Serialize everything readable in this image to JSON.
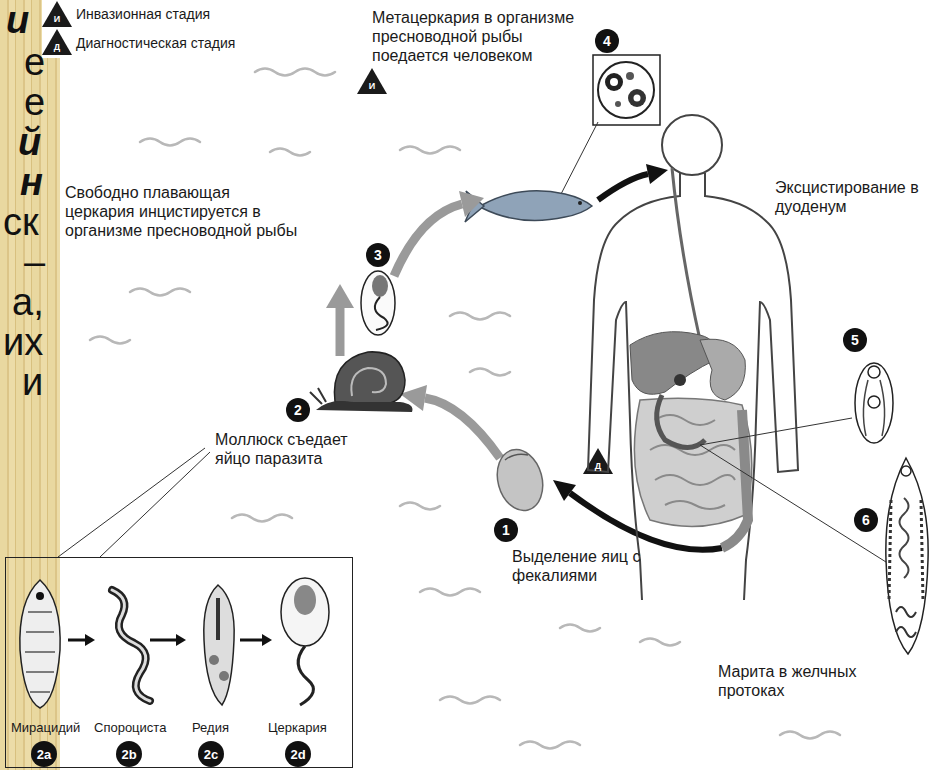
{
  "diagram": {
    "nodes": [
      {
        "text": [
          "1"
        ]
      },
      {
        "text": [
          "2"
        ]
      },
      {
        "text": [
          "3"
        ]
      },
      {
        "text": [
          "4"
        ]
      },
      {
        "text": [
          "5"
        ]
      },
      {
        "text": [
          "6"
        ]
      },
      {
        "text": [
          "Мирацидий",
          "Спороциста",
          "Редия",
          "Церкария"
        ]
      },
      {
        "text": [
          "2a"
        ],
        "in": 6
      },
      {
        "text": [
          "2b"
        ],
        "in": 6
      },
      {
        "text": [
          "2c"
        ],
        "in": 6
      },
      {
        "text": [
          "2d"
        ],
        "in": 6
      }
    ],
    "labels": [
      "И",
      "Д",
      "и",
      "е",
      "е",
      "й",
      "н",
      "ск",
      "–",
      "а,",
      "их",
      "и",
      "Метацеркария в организме пресноводной рыбы поедается человеком",
      "И",
      "Свободно плавающая церкария инцистируется в организме пресноводной рыбы",
      "Эксцистирование в дуоденум",
      "Моллюск съедает яйцо паразита",
      "Д",
      "Выделение яиц с фекалиями",
      "Марита в желчных протоках"
    ],
    "legend": [
      {
        "text": "Инвазионная стадия"
      },
      {
        "text": "Диагностическая стадия"
      }
    ]
  }
}
